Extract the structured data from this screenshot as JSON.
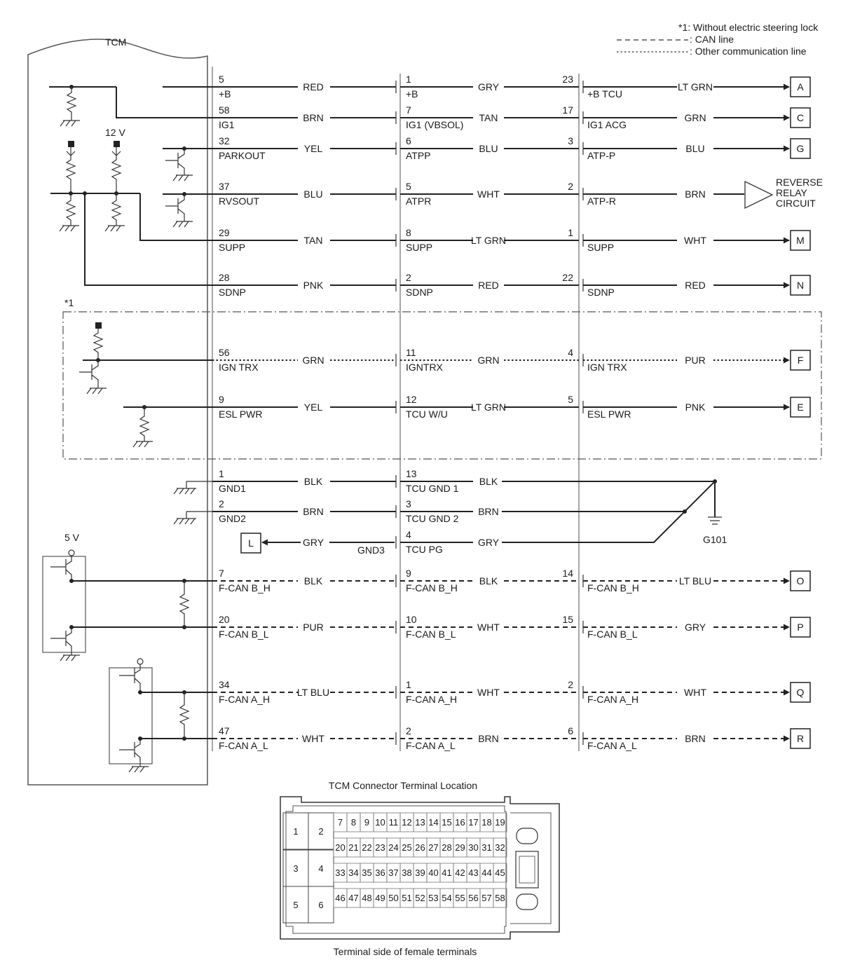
{
  "legend": {
    "note_without_esl": "*1: Without electric steering lock",
    "can_line": ": CAN line",
    "other_comm_line": ": Other communication line"
  },
  "tcm_label": "TCM",
  "supply_12v": "12 V",
  "supply_5v": "5 V",
  "star_one": "*1",
  "gnd3": "GND3",
  "ground_point": "G101",
  "reverse_relay": [
    "REVERSE",
    "RELAY",
    "CIRCUIT"
  ],
  "rows": [
    {
      "key": "plusb",
      "line": "solid",
      "c1_num": "5",
      "c1_name": "+B",
      "w1": "RED",
      "c2_num": "1",
      "c2_name": "+B",
      "w2": "GRY",
      "c3_num": "23",
      "c3_name": "+B TCU",
      "w3": "LT GRN",
      "dest": "A"
    },
    {
      "key": "ig1",
      "line": "solid",
      "c1_num": "58",
      "c1_name": "IG1",
      "w1": "BRN",
      "c2_num": "7",
      "c2_name": "IG1 (VBSOL)",
      "w2": "TAN",
      "c3_num": "17",
      "c3_name": "IG1 ACG",
      "w3": "GRN",
      "dest": "C"
    },
    {
      "key": "parkout",
      "line": "solid",
      "c1_num": "32",
      "c1_name": "PARKOUT",
      "w1": "YEL",
      "c2_num": "6",
      "c2_name": "ATPP",
      "w2": "BLU",
      "c3_num": "3",
      "c3_name": "ATP-P",
      "w3": "BLU",
      "dest": "G"
    },
    {
      "key": "rvsout",
      "line": "solid",
      "c1_num": "37",
      "c1_name": "RVSOUT",
      "w1": "BLU",
      "c2_num": "5",
      "c2_name": "ATPR",
      "w2": "WHT",
      "c3_num": "2",
      "c3_name": "ATP-R",
      "w3": "BRN",
      "dest": ""
    },
    {
      "key": "supp",
      "line": "solid",
      "c1_num": "29",
      "c1_name": "SUPP",
      "w1": "TAN",
      "c2_num": "8",
      "c2_name": "SUPP",
      "w2": "LT GRN",
      "c3_num": "1",
      "c3_name": "SUPP",
      "w3": "WHT",
      "dest": "M"
    },
    {
      "key": "sdnp",
      "line": "solid",
      "c1_num": "28",
      "c1_name": "SDNP",
      "w1": "PNK",
      "c2_num": "2",
      "c2_name": "SDNP",
      "w2": "RED",
      "c3_num": "22",
      "c3_name": "SDNP",
      "w3": "RED",
      "dest": "N"
    },
    {
      "key": "igntrx",
      "line": "comm",
      "c1_num": "56",
      "c1_name": "IGN TRX",
      "w1": "GRN",
      "c2_num": "11",
      "c2_name": "IGNTRX",
      "w2": "GRN",
      "c3_num": "4",
      "c3_name": "IGN TRX",
      "w3": "PUR",
      "dest": "F"
    },
    {
      "key": "eslpwr",
      "line": "solid",
      "c1_num": "9",
      "c1_name": "ESL PWR",
      "w1": "YEL",
      "c2_num": "12",
      "c2_name": "TCU W/U",
      "w2": "LT GRN",
      "c3_num": "5",
      "c3_name": "ESL PWR",
      "w3": "PNK",
      "dest": "E"
    },
    {
      "key": "gnd1",
      "line": "solid",
      "c1_num": "1",
      "c1_name": "GND1",
      "w1": "BLK",
      "c2_num": "13",
      "c2_name": "TCU GND 1",
      "w2": "BLK",
      "c3_num": "",
      "c3_name": "",
      "w3": "",
      "dest": ""
    },
    {
      "key": "gnd2",
      "line": "solid",
      "c1_num": "2",
      "c1_name": "GND2",
      "w1": "BRN",
      "c2_num": "3",
      "c2_name": "TCU GND 2",
      "w2": "BRN",
      "c3_num": "",
      "c3_name": "",
      "w3": "",
      "dest": ""
    },
    {
      "key": "gnd3",
      "line": "solid",
      "c1_num": "",
      "c1_name": "",
      "w1": "GRY",
      "c2_num": "4",
      "c2_name": "TCU PG",
      "w2": "GRY",
      "c3_num": "",
      "c3_name": "",
      "w3": "",
      "dest": "L"
    },
    {
      "key": "fcanbh",
      "line": "can",
      "c1_num": "7",
      "c1_name": "F-CAN B_H",
      "w1": "BLK",
      "c2_num": "9",
      "c2_name": "F-CAN B_H",
      "w2": "BLK",
      "c3_num": "14",
      "c3_name": "F-CAN B_H",
      "w3": "LT BLU",
      "dest": "O"
    },
    {
      "key": "fcanbl",
      "line": "can",
      "c1_num": "20",
      "c1_name": "F-CAN B_L",
      "w1": "PUR",
      "c2_num": "10",
      "c2_name": "F-CAN B_L",
      "w2": "WHT",
      "c3_num": "15",
      "c3_name": "F-CAN B_L",
      "w3": "GRY",
      "dest": "P"
    },
    {
      "key": "fcanah",
      "line": "can",
      "c1_num": "34",
      "c1_name": "F-CAN A_H",
      "w1": "LT BLU",
      "c2_num": "1",
      "c2_name": "F-CAN A_H",
      "w2": "WHT",
      "c3_num": "2",
      "c3_name": "F-CAN A_H",
      "w3": "WHT",
      "dest": "Q"
    },
    {
      "key": "fcanal",
      "line": "can",
      "c1_num": "47",
      "c1_name": "F-CAN A_L",
      "w1": "WHT",
      "c2_num": "2",
      "c2_name": "F-CAN A_L",
      "w2": "BRN",
      "c3_num": "6",
      "c3_name": "F-CAN A_L",
      "w3": "BRN",
      "dest": "R"
    }
  ],
  "connector_location": {
    "title": "TCM Connector Terminal Location",
    "caption": "Terminal side of female terminals",
    "large_terminals": [
      "1",
      "2",
      "3",
      "4",
      "5",
      "6"
    ],
    "small_terminals": [
      [
        "7",
        "8",
        "9",
        "10",
        "11",
        "12",
        "13",
        "14",
        "15",
        "16",
        "17",
        "18",
        "19"
      ],
      [
        "20",
        "21",
        "22",
        "23",
        "24",
        "25",
        "26",
        "27",
        "28",
        "29",
        "30",
        "31",
        "32"
      ],
      [
        "33",
        "34",
        "35",
        "36",
        "37",
        "38",
        "39",
        "40",
        "41",
        "42",
        "43",
        "44",
        "45"
      ],
      [
        "46",
        "47",
        "48",
        "49",
        "50",
        "51",
        "52",
        "53",
        "54",
        "55",
        "56",
        "57",
        "58"
      ]
    ]
  }
}
